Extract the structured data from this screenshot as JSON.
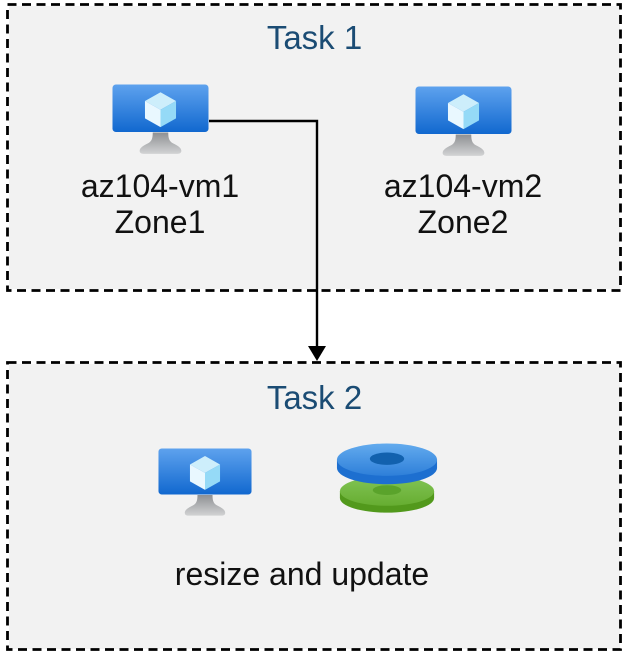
{
  "task1": {
    "title": "Task 1",
    "vms": [
      {
        "name": "az104-vm1",
        "zone": "Zone1",
        "icon": "virtual-machine-icon"
      },
      {
        "name": "az104-vm2",
        "zone": "Zone2",
        "icon": "virtual-machine-icon"
      }
    ]
  },
  "task2": {
    "title": "Task 2",
    "caption": "resize and update",
    "icons": [
      "virtual-machine-icon",
      "managed-disks-icon"
    ]
  },
  "connector": {
    "type": "elbow-arrow",
    "from": "az104-vm1",
    "to": "Task 2 box"
  },
  "colors": {
    "box_background": "#f2f2f2",
    "box_border": "#000000",
    "title_text": "#1b4c74",
    "label_text": "#111111",
    "vm_screen_top": "#5ea2ee",
    "vm_screen_bottom": "#1168cf",
    "cube_top_face": "#cdeefb",
    "cube_left_face": "#e9f8ff",
    "cube_right_face": "#95daf7",
    "stand_gray_top": "#939598",
    "stand_gray_bottom": "#d2d3d4",
    "disk_blue_top": "#4f9ae6",
    "disk_blue_side": "#1d6fd0",
    "disk_blue_hole": "#1261ae",
    "disk_green_top": "#76bb45",
    "disk_green_side": "#52991c",
    "disk_green_hole": "#5aa32b",
    "arrow": "#000000"
  }
}
